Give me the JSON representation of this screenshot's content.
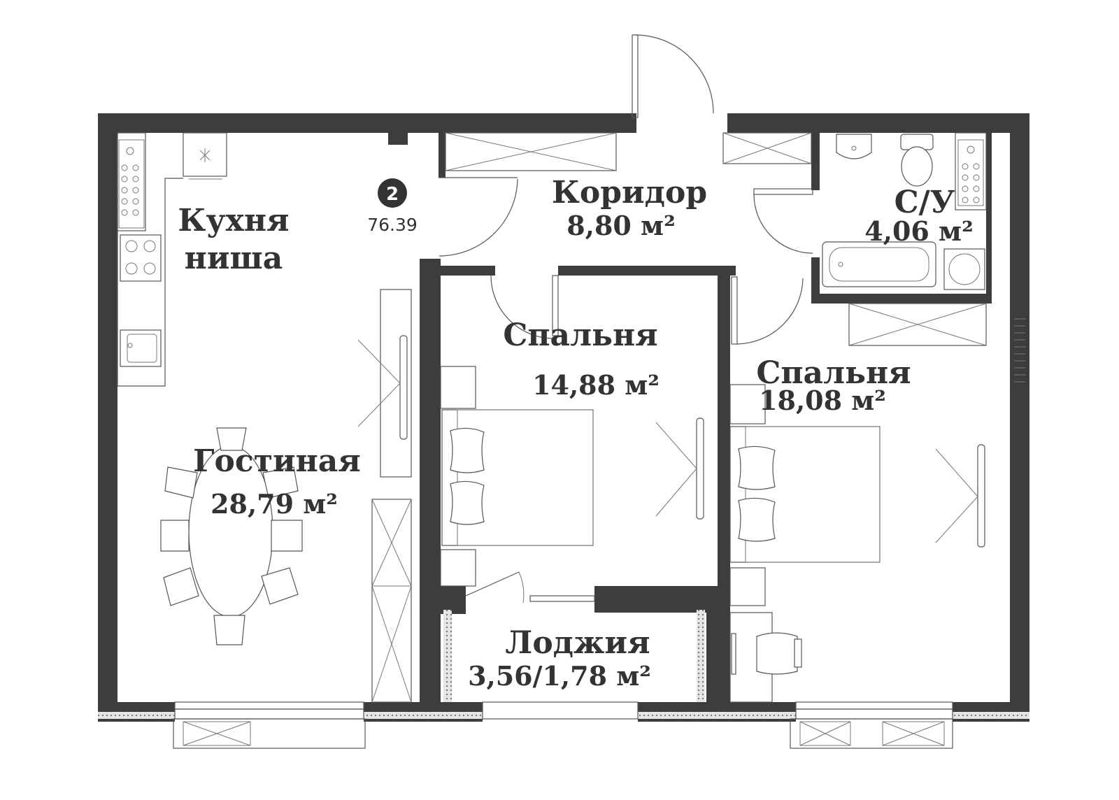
{
  "apartment": {
    "number": "2",
    "total_area": "76.39"
  },
  "rooms": [
    {
      "id": "kitchen",
      "name_line1": "Кухня",
      "name_line2": "ниша"
    },
    {
      "id": "corridor",
      "name": "Коридор",
      "area": "8,80 м²"
    },
    {
      "id": "bathroom",
      "name": "С/У",
      "area": "4,06 м²"
    },
    {
      "id": "bedroom1",
      "name": "Спальня",
      "area": "14,88 м²"
    },
    {
      "id": "bedroom2",
      "name": "Спальня",
      "area": "18,08 м²"
    },
    {
      "id": "living",
      "name": "Гостиная",
      "area": "28,79 м²"
    },
    {
      "id": "loggia",
      "name": "Лоджия",
      "area": "3,56/1,78 м²"
    }
  ],
  "colors": {
    "wall": "#3d3d3d",
    "line": "#555555",
    "background": "#ffffff"
  }
}
